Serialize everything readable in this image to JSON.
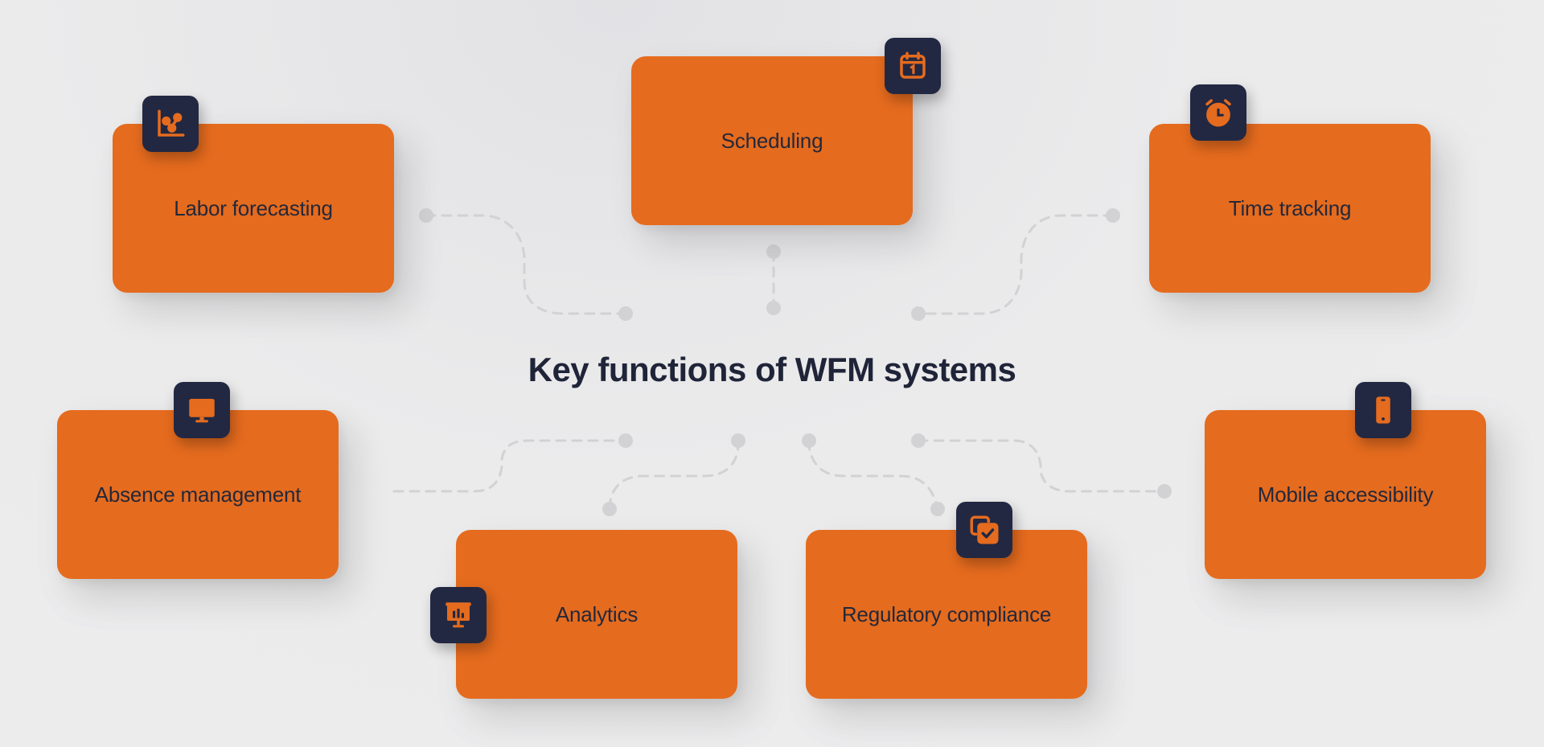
{
  "title": "Key functions of WFM systems",
  "colors": {
    "background": "#ececed",
    "card": "#e56b1e",
    "badge": "#222842",
    "icon": "#e56b1e",
    "text": "#24283a",
    "title": "#1f2438",
    "connector": "#d2d2d4"
  },
  "functions": [
    {
      "label": "Labor forecasting",
      "icon": "chart-icon"
    },
    {
      "label": "Scheduling",
      "icon": "calendar-icon"
    },
    {
      "label": "Time tracking",
      "icon": "alarm-clock-icon"
    },
    {
      "label": "Absence management",
      "icon": "monitor-icon"
    },
    {
      "label": "Analytics",
      "icon": "presentation-icon"
    },
    {
      "label": "Regulatory compliance",
      "icon": "copy-check-icon"
    },
    {
      "label": "Mobile accessibility",
      "icon": "smartphone-icon"
    }
  ]
}
